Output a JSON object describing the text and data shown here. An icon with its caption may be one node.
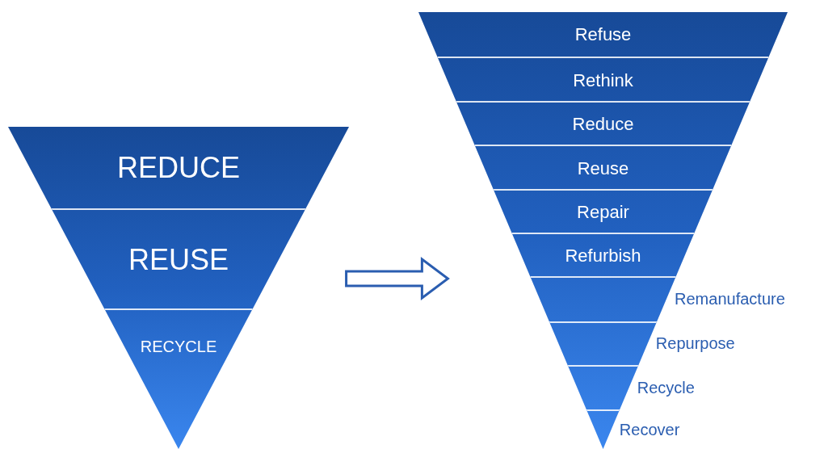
{
  "diagram": {
    "nodes": [
      {
        "text": [],
        "shape": "triangle"
      },
      {
        "text": [
          "REDUCE"
        ],
        "in": 0
      },
      {
        "text": [
          "REUSE"
        ],
        "in": 0
      },
      {
        "text": [
          "RECYCLE"
        ],
        "in": 0
      },
      {
        "text": [],
        "shape": "triangle"
      },
      {
        "text": [
          "Refuse"
        ],
        "in": 4
      },
      {
        "text": [
          "Rethink"
        ],
        "in": 4
      },
      {
        "text": [
          "Reduce"
        ],
        "in": 4
      },
      {
        "text": [
          "Reuse"
        ],
        "in": 4
      },
      {
        "text": [
          "Repair"
        ],
        "in": 4
      },
      {
        "text": [
          "Refurbish"
        ],
        "in": 4
      },
      {
        "text": [],
        "shape": "bar",
        "in": 4,
        "beside": [
          "Remanufacture"
        ]
      },
      {
        "text": [],
        "shape": "bar",
        "in": 4,
        "beside": [
          "Repurpose"
        ]
      },
      {
        "text": [],
        "shape": "bar",
        "in": 4,
        "beside": [
          "Recycle"
        ]
      },
      {
        "text": [],
        "shape": "bar",
        "in": 4,
        "beside": [
          "Recover"
        ]
      }
    ],
    "edges": [
      {
        "from": 0,
        "to": 4,
        "arrow": "to"
      }
    ]
  }
}
